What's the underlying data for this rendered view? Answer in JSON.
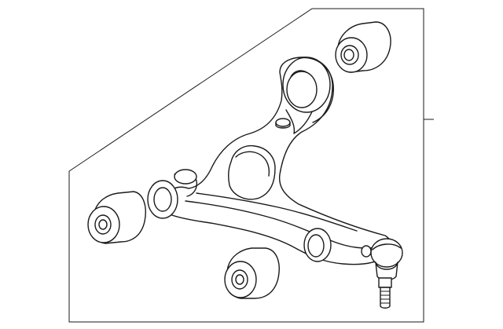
{
  "diagram": {
    "parts": [
      {
        "id": "control-arm",
        "kind": "lower control arm"
      },
      {
        "id": "bushing-top-right",
        "kind": "bushing"
      },
      {
        "id": "bushing-left",
        "kind": "bushing"
      },
      {
        "id": "bushing-bottom",
        "kind": "bushing"
      },
      {
        "id": "ball-joint",
        "kind": "ball joint"
      }
    ],
    "colors": {
      "line": "#1a1a1a",
      "background": "#ffffff"
    }
  }
}
